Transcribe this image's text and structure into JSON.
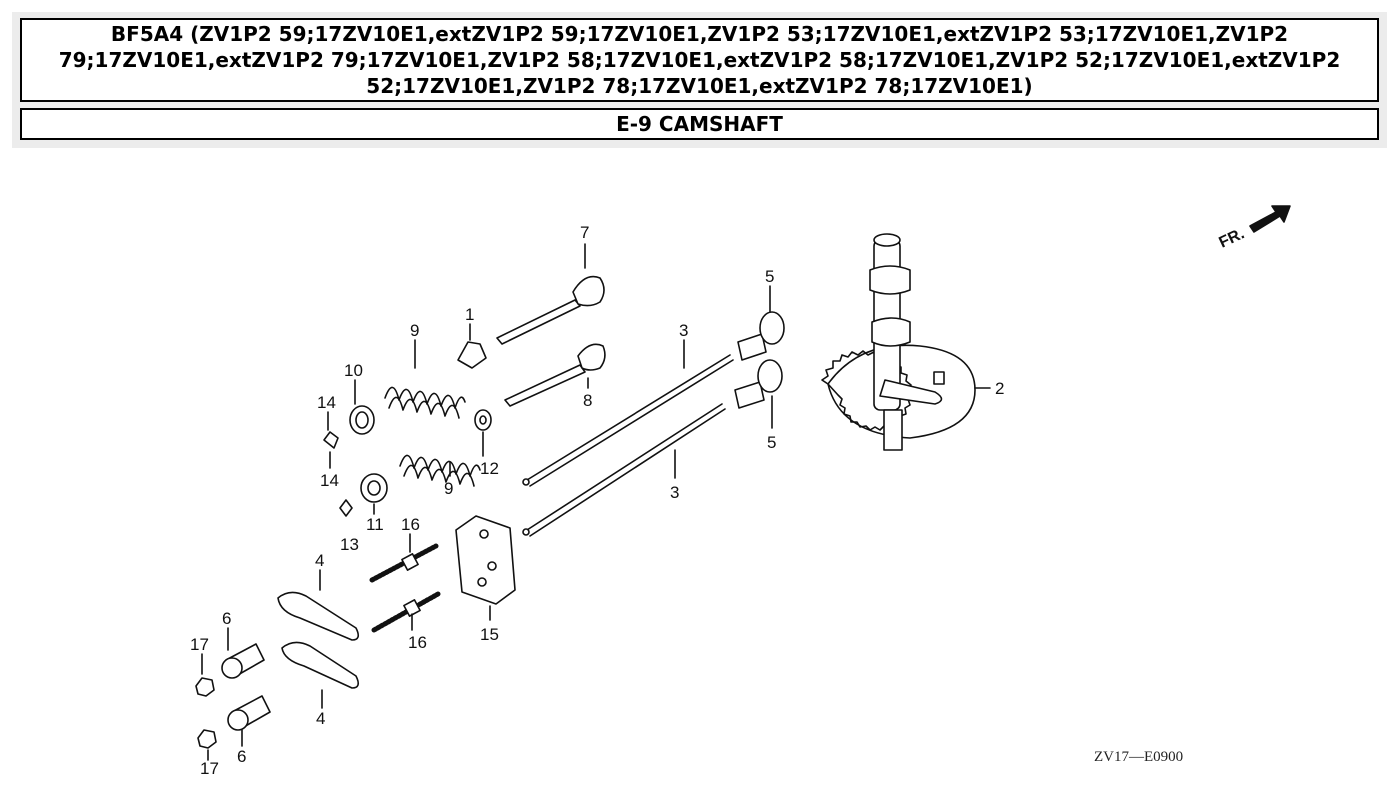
{
  "header": {
    "title": "BF5A4 (ZV1P2 59;17ZV10E1,extZV1P2 59;17ZV10E1,ZV1P2 53;17ZV10E1,extZV1P2 53;17ZV10E1,ZV1P2 79;17ZV10E1,extZV1P2 79;17ZV10E1,ZV1P2 58;17ZV10E1,extZV1P2 58;17ZV10E1,ZV1P2 52;17ZV10E1,extZV1P2 52;17ZV10E1,ZV1P2 78;17ZV10E1,extZV1P2 78;17ZV10E1)",
    "section": "E-9 CAMSHAFT"
  },
  "diagram": {
    "front_marker": "FR.",
    "drawing_code": "ZV17—E0900",
    "callouts": {
      "c1": "1",
      "c2": "2",
      "c3a": "3",
      "c3b": "3",
      "c4a": "4",
      "c4b": "4",
      "c5a": "5",
      "c5b": "5",
      "c6a": "6",
      "c6b": "6",
      "c7": "7",
      "c8": "8",
      "c9a": "9",
      "c9b": "9",
      "c10": "10",
      "c11": "11",
      "c12": "12",
      "c13": "13",
      "c14a": "14",
      "c14b": "14",
      "c15": "15",
      "c16a": "16",
      "c16b": "16",
      "c17a": "17",
      "c17b": "17"
    }
  }
}
